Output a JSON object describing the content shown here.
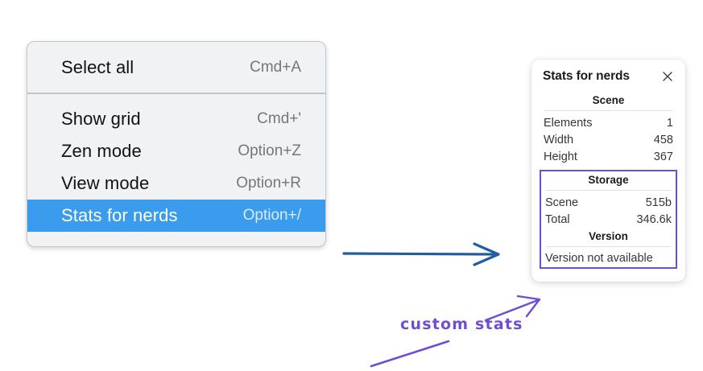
{
  "menu": {
    "groups": [
      {
        "items": [
          {
            "label": "Select all",
            "shortcut": "Cmd+A",
            "selected": false
          }
        ]
      },
      {
        "items": [
          {
            "label": "Show grid",
            "shortcut": "Cmd+'",
            "selected": false
          },
          {
            "label": "Zen mode",
            "shortcut": "Option+Z",
            "selected": false
          },
          {
            "label": "View mode",
            "shortcut": "Option+R",
            "selected": false
          },
          {
            "label": "Stats for nerds",
            "shortcut": "Option+/",
            "selected": true
          }
        ]
      }
    ],
    "highlight_color": "#3b9cee"
  },
  "stats_panel": {
    "title": "Stats for nerds",
    "close_icon": "close-icon",
    "sections": [
      {
        "heading": "Scene",
        "rows": [
          {
            "key": "Elements",
            "value": "1"
          },
          {
            "key": "Width",
            "value": "458"
          },
          {
            "key": "Height",
            "value": "367"
          }
        ]
      },
      {
        "heading": "Storage",
        "rows": [
          {
            "key": "Scene",
            "value": "515b"
          },
          {
            "key": "Total",
            "value": "346.6k"
          }
        ]
      },
      {
        "heading": "Version",
        "text": "Version not available"
      }
    ],
    "custom_region_color": "#6f4dd4"
  },
  "annotations": {
    "label": "custom stats",
    "label_color": "#6f4dd4",
    "arrow_color": "#1f5f9e"
  }
}
